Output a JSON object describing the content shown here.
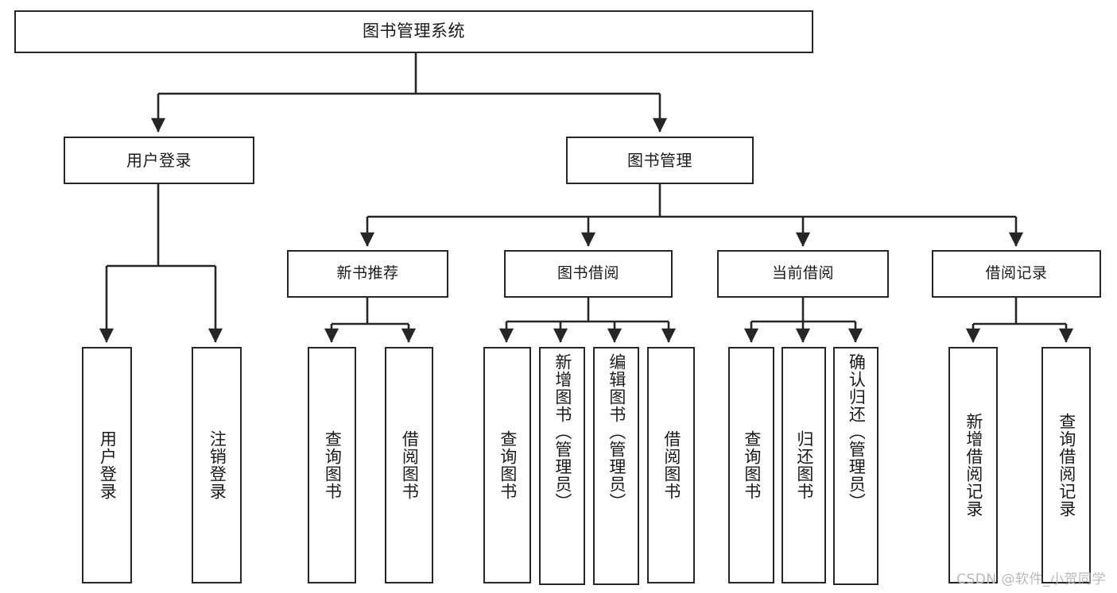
{
  "diagram": {
    "title": "图书管理系统",
    "watermark": "CSDN @软件_小贺同学",
    "colors": {
      "stroke": "#262626",
      "fill": "#ffffff",
      "text": "#1a1a1a",
      "watermark": "#b9b9b9"
    },
    "root": {
      "label": "图书管理系统"
    },
    "level2": [
      {
        "label": "用户登录"
      },
      {
        "label": "图书管理"
      }
    ],
    "level3": [
      {
        "label": "新书推荐"
      },
      {
        "label": "图书借阅"
      },
      {
        "label": "当前借阅"
      },
      {
        "label": "借阅记录"
      }
    ],
    "leaves": {
      "user_login": [
        {
          "label": "用户登录"
        },
        {
          "label": "注销登录"
        }
      ],
      "new_book": [
        {
          "label": "查询图书"
        },
        {
          "label": "借阅图书"
        }
      ],
      "book_borrow": [
        {
          "label": "查询图书"
        },
        {
          "label": "新增图书（管理员）"
        },
        {
          "label": "编辑图书（管理员）"
        },
        {
          "label": "借阅图书"
        }
      ],
      "current_borrow": [
        {
          "label": "查询图书"
        },
        {
          "label": "归还图书"
        },
        {
          "label": "确认归还（管理员）"
        }
      ],
      "borrow_record": [
        {
          "label": "新增借阅记录"
        },
        {
          "label": "查询借阅记录"
        }
      ]
    }
  }
}
